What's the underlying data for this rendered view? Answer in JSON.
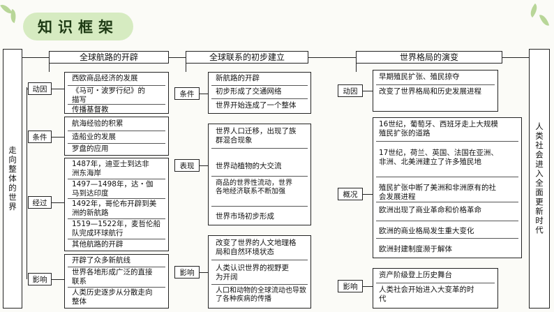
{
  "banner": {
    "title": "知识框架"
  },
  "left_label": "走向整体的世界",
  "right_label": "人类社会进入全面更新时代",
  "headers": [
    "全球航路的开辟",
    "全球联系的初步建立",
    "世界格局的演变"
  ],
  "col1": {
    "dongyin": {
      "label": "动因",
      "items": [
        "西欧商品经济的发展",
        "《马可・波罗行纪》的描写",
        "传播基督教"
      ]
    },
    "tiaojian": {
      "label": "条件",
      "items": [
        "航海经验的积累",
        "造船业的发展",
        "罗盘的应用"
      ]
    },
    "jingguo": {
      "label": "经过",
      "items": [
        "1487年，迪亚士到达非洲东海岸",
        "1497—1498年，达・伽马到达印度",
        "1492年，哥伦布开辟到美洲的新航路",
        "1519—1522年，麦哲伦船队完成环球航行",
        "其他航路的开辟"
      ]
    },
    "yingxiang": {
      "label": "影响",
      "items": [
        "开辟了众多新航线",
        "世界各地形成广泛的直接联系",
        "人类历史逐步从分散走向整体"
      ]
    }
  },
  "col2": {
    "tiaojian": {
      "label": "条件",
      "items": [
        "新航路的开辟",
        "初步形成了交通网络",
        "世界开始连成了一个整体"
      ]
    },
    "biaoxian": {
      "label": "表现",
      "items": [
        "世界人口迁移，出现了族群混合现象",
        "世界动植物的大交流",
        "商品的世界性流动，世界各地经济联系不断加强",
        "世界市场初步形成"
      ]
    },
    "yingxiang": {
      "label": "影响",
      "items": [
        "改变了世界的人文地理格局和自然环境状态",
        "人类认识世界的视野更为开阔",
        "人口和动物的全球流动也导致了各种疾病的传播"
      ]
    }
  },
  "col3": {
    "dongyin": {
      "label": "动因",
      "items": [
        "早期殖民扩张、殖民掠夺",
        "改变了世界格局和历史发展进程"
      ]
    },
    "gaikuang": {
      "label": "概况",
      "items": [
        "16世纪，葡萄牙、西班牙走上大规模殖民扩张的道路",
        "17世纪，荷兰、英国、法国在亚洲、非洲、北美洲建立了许多殖民地",
        "殖民扩张中断了美洲和非洲原有的社会发展进程",
        "欧洲出现了商业革命和价格革命",
        "欧洲的商业格局发生重大变化",
        "欧洲封建制度濒于解体"
      ]
    },
    "yingxiang": {
      "label": "影响",
      "items": [
        "资产阶级登上历史舞台",
        "人类社会开始进入大变革的时代"
      ]
    }
  }
}
